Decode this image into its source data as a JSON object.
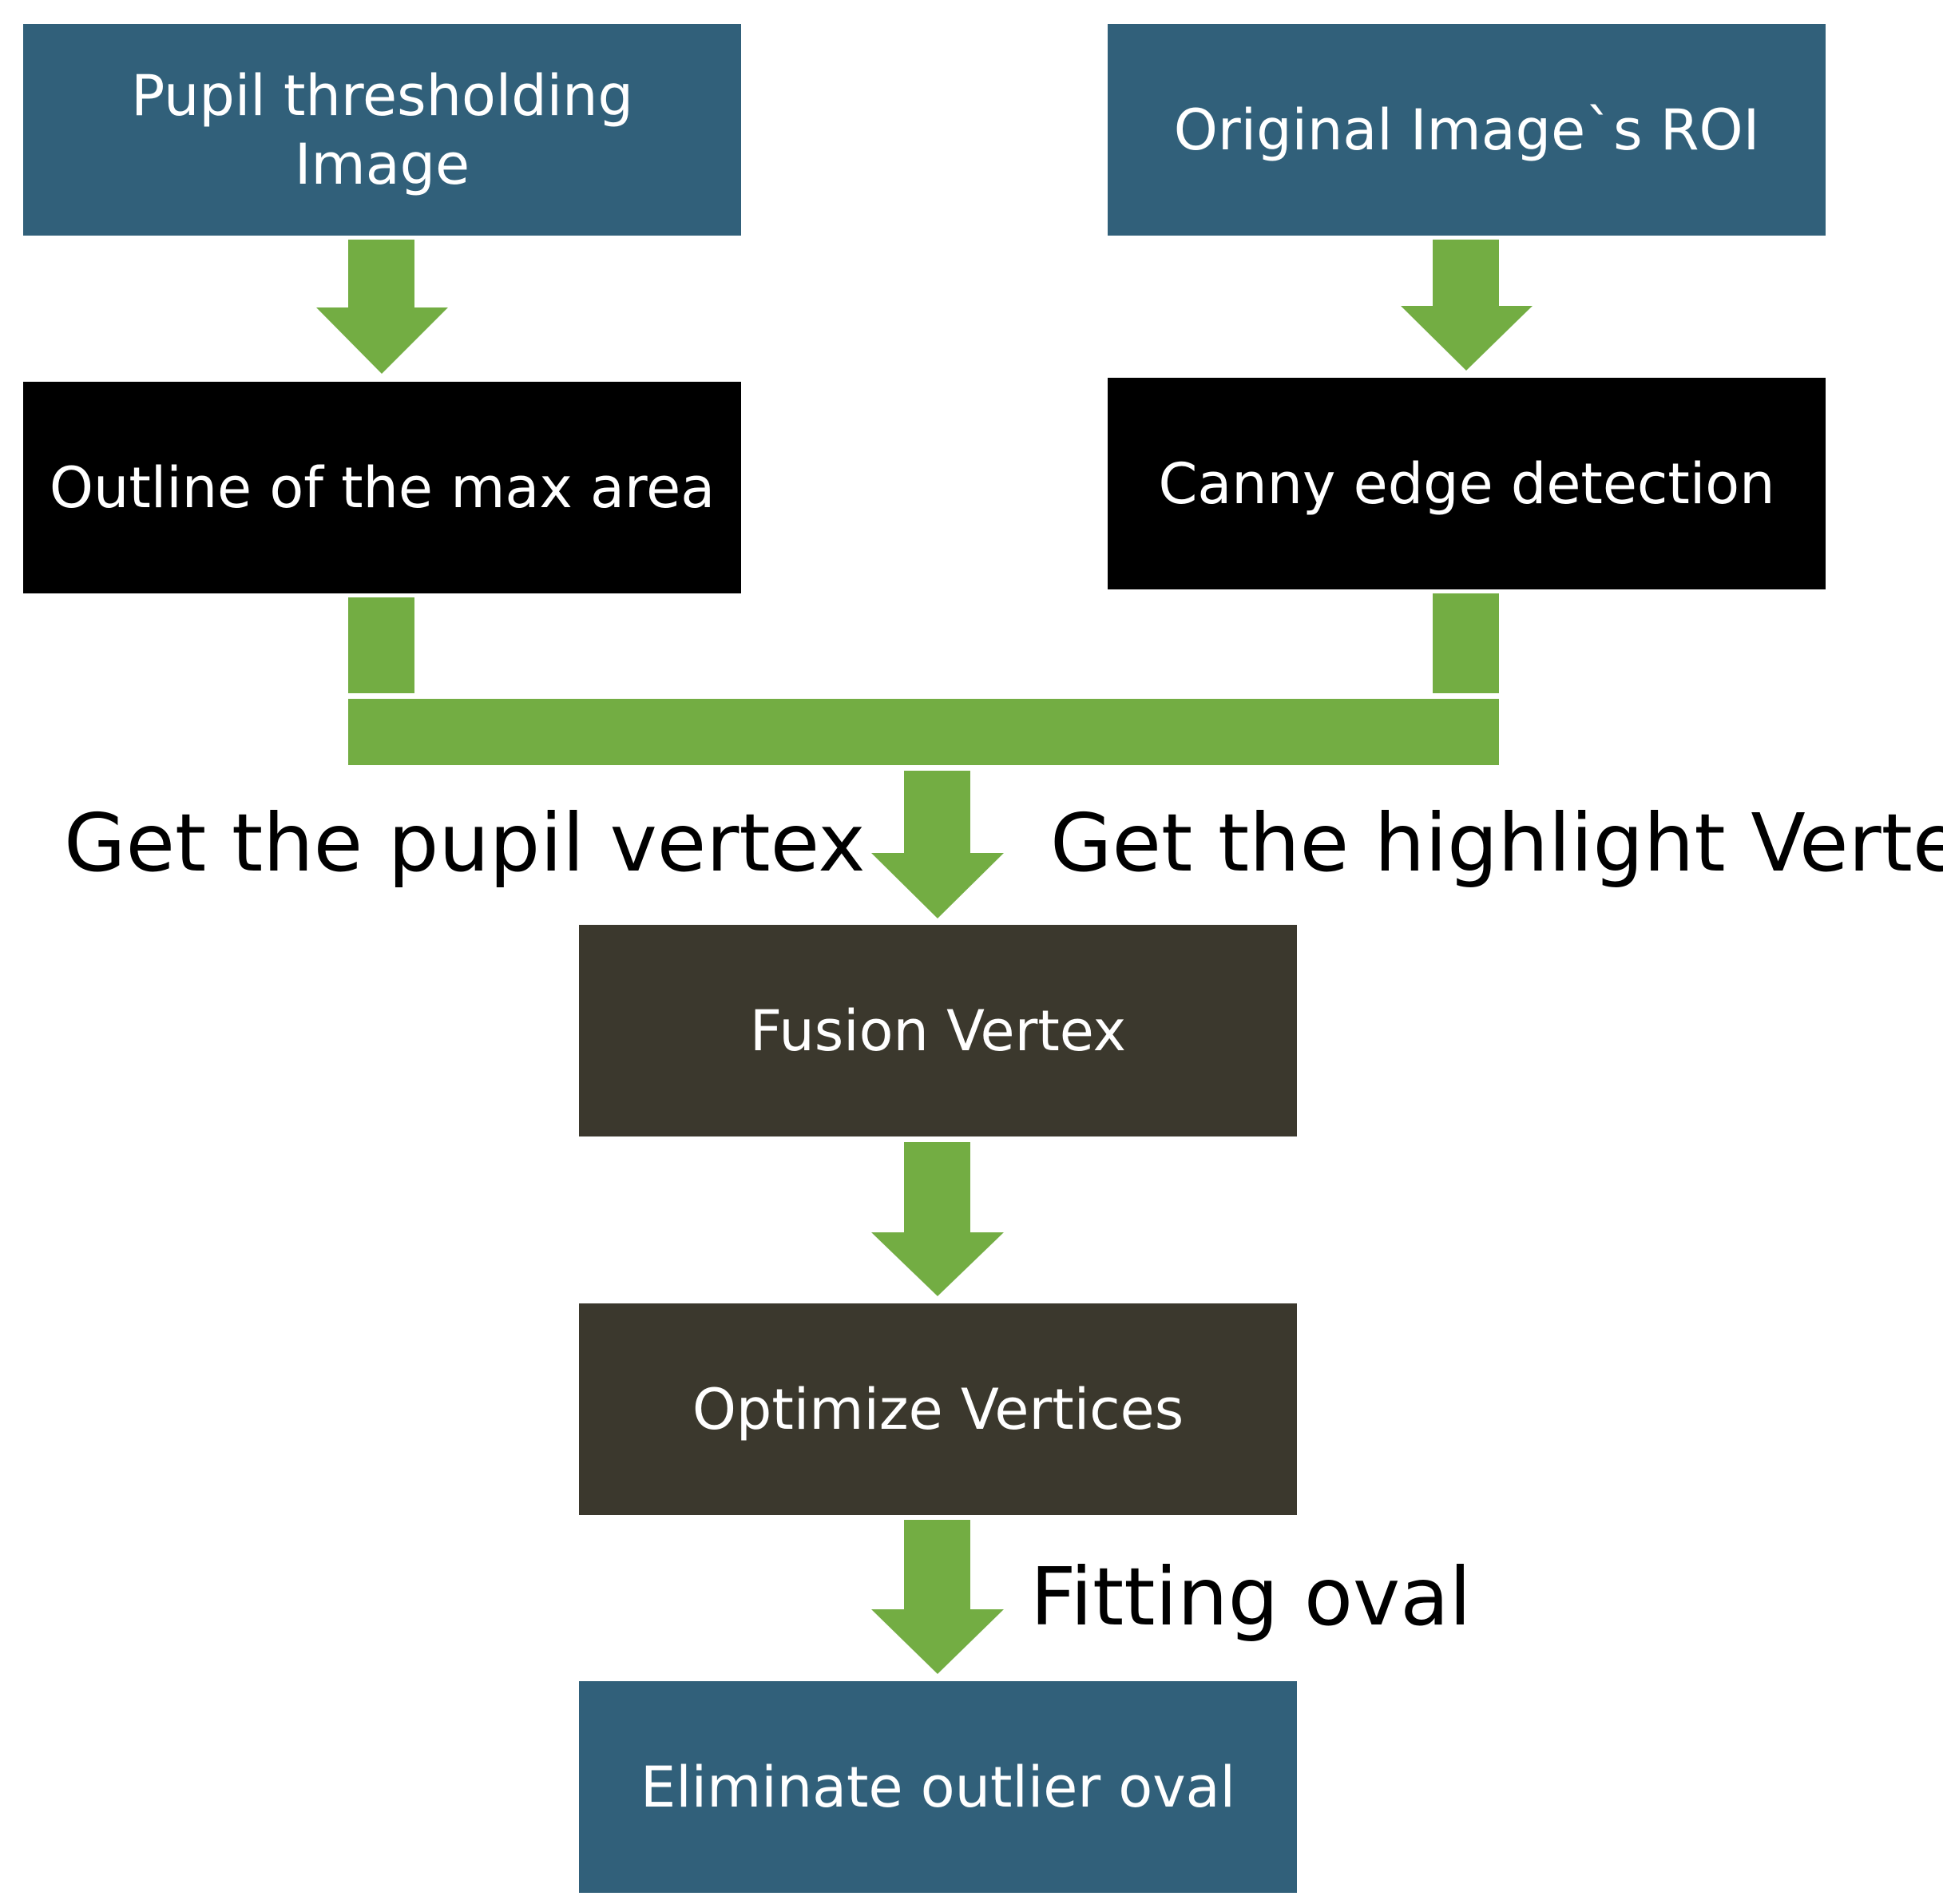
{
  "boxes": {
    "pupil_threshold": [
      "Pupil thresholding",
      "Image"
    ],
    "original_roi": "Original Image`s ROI",
    "outline_max_area": "Outline of the max area",
    "canny_edge": "Canny edge detection",
    "fusion_vertex": "Fusion Vertex",
    "optimize_vertices": "Optimize Vertices",
    "eliminate_outlier": "Eliminate outlier oval"
  },
  "labels": {
    "pupil_vertex": "Get the pupil vertex",
    "highlight_vertex": "Get the highlight Vertex",
    "fitting_oval": "Fitting oval"
  },
  "colors": {
    "box_teal": "#31607a",
    "box_black": "#000000",
    "box_dark": "#3b382d",
    "arrow_green": "#73ad43",
    "box_text": "#ffffff",
    "label_text": "#000000"
  }
}
